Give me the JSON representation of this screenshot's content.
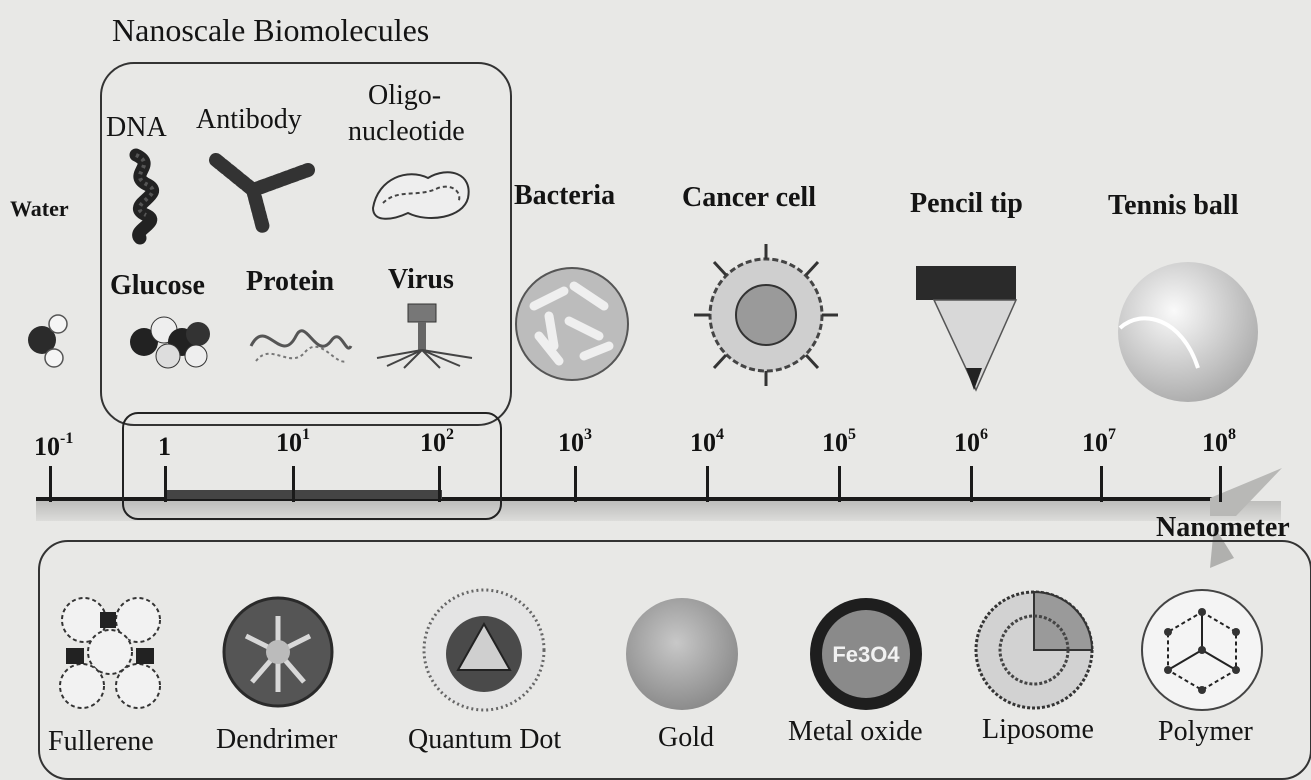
{
  "title": "Nanoscale Biomolecules",
  "biomolecules": {
    "dna": "DNA",
    "antibody": "Antibody",
    "oligo_line1": "Oligo-",
    "oligo_line2": "nucleotide",
    "glucose": "Glucose",
    "protein": "Protein",
    "virus": "Virus"
  },
  "objects": {
    "water": "Water",
    "bacteria": "Bacteria",
    "cancer_cell": "Cancer cell",
    "pencil_tip": "Pencil tip",
    "tennis_ball": "Tennis ball"
  },
  "scale": {
    "unit_label": "Nanometer",
    "ticks": [
      {
        "base": "10",
        "exp": "-1"
      },
      {
        "base": "1",
        "exp": ""
      },
      {
        "base": "10",
        "exp": "1"
      },
      {
        "base": "10",
        "exp": "2"
      },
      {
        "base": "10",
        "exp": "3"
      },
      {
        "base": "10",
        "exp": "4"
      },
      {
        "base": "10",
        "exp": "5"
      },
      {
        "base": "10",
        "exp": "6"
      },
      {
        "base": "10",
        "exp": "7"
      },
      {
        "base": "10",
        "exp": "8"
      }
    ]
  },
  "nanoparticles": {
    "fullerene": "Fullerene",
    "dendrimer": "Dendrimer",
    "quantum_dot": "Quantum Dot",
    "gold": "Gold",
    "metal_oxide": "Metal oxide",
    "metal_oxide_formula": "Fe3O4",
    "liposome": "Liposome",
    "polymer": "Polymer"
  }
}
